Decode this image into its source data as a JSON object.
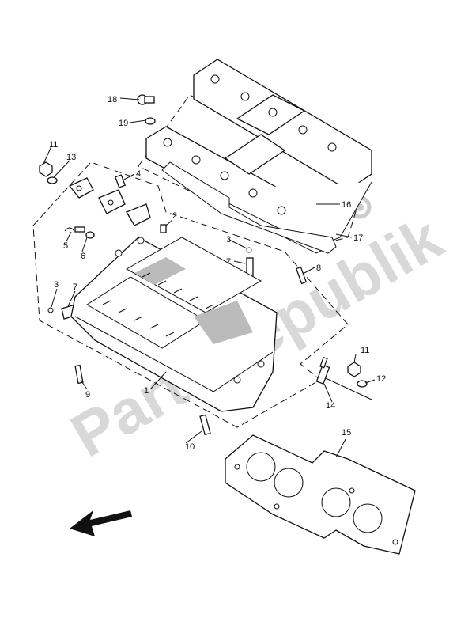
{
  "watermark": "PartsRepublik",
  "callouts": {
    "c1": "1",
    "c2": "2",
    "c3a": "3",
    "c3b": "3",
    "c4": "4",
    "c5": "5",
    "c6": "6",
    "c7a": "7",
    "c7b": "7",
    "c8": "8",
    "c9": "9",
    "c10": "10",
    "c11a": "11",
    "c11b": "11",
    "c12": "12",
    "c13": "13",
    "c14": "14",
    "c15": "15",
    "c16": "16",
    "c17": "17",
    "c18": "18",
    "c19": "19"
  }
}
